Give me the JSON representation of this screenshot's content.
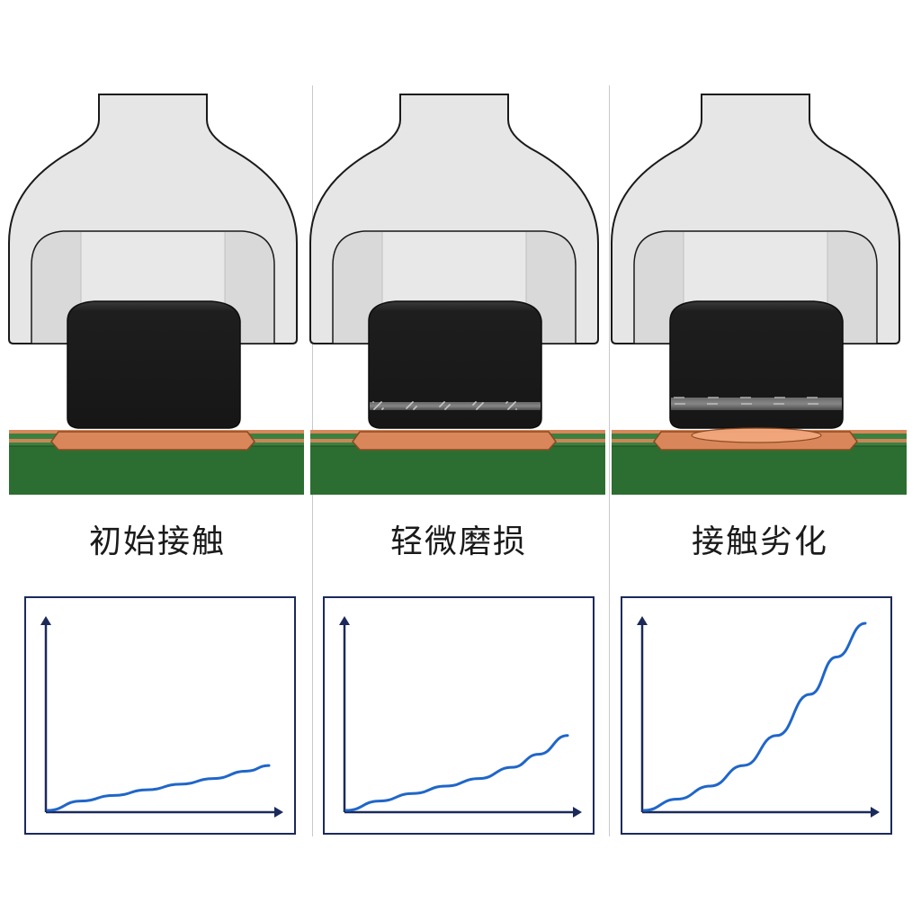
{
  "colors": {
    "tool_fill": "#e6e6e6",
    "tool_stroke": "#1a1a1a",
    "rubber": "#1e1e1e",
    "copper": "#d9875a",
    "pcb_green": "#2c6e31",
    "curve": "#1f66c9",
    "frame": "#1b2a5a"
  },
  "panels": [
    {
      "label": "初始接触",
      "wear": "none",
      "curve": [
        [
          0,
          0.0
        ],
        [
          0.15,
          0.05
        ],
        [
          0.3,
          0.08
        ],
        [
          0.45,
          0.11
        ],
        [
          0.6,
          0.14
        ],
        [
          0.75,
          0.17
        ],
        [
          0.9,
          0.21
        ],
        [
          1.0,
          0.24
        ]
      ]
    },
    {
      "label": "轻微磨损",
      "wear": "slight",
      "curve": [
        [
          0,
          0.0
        ],
        [
          0.15,
          0.05
        ],
        [
          0.3,
          0.09
        ],
        [
          0.45,
          0.13
        ],
        [
          0.6,
          0.17
        ],
        [
          0.75,
          0.23
        ],
        [
          0.87,
          0.3
        ],
        [
          1.0,
          0.4
        ]
      ]
    },
    {
      "label": "接触劣化",
      "wear": "heavy",
      "curve": [
        [
          0,
          0.0
        ],
        [
          0.15,
          0.06
        ],
        [
          0.3,
          0.13
        ],
        [
          0.45,
          0.24
        ],
        [
          0.6,
          0.4
        ],
        [
          0.75,
          0.62
        ],
        [
          0.87,
          0.82
        ],
        [
          1.0,
          1.0
        ]
      ]
    }
  ]
}
